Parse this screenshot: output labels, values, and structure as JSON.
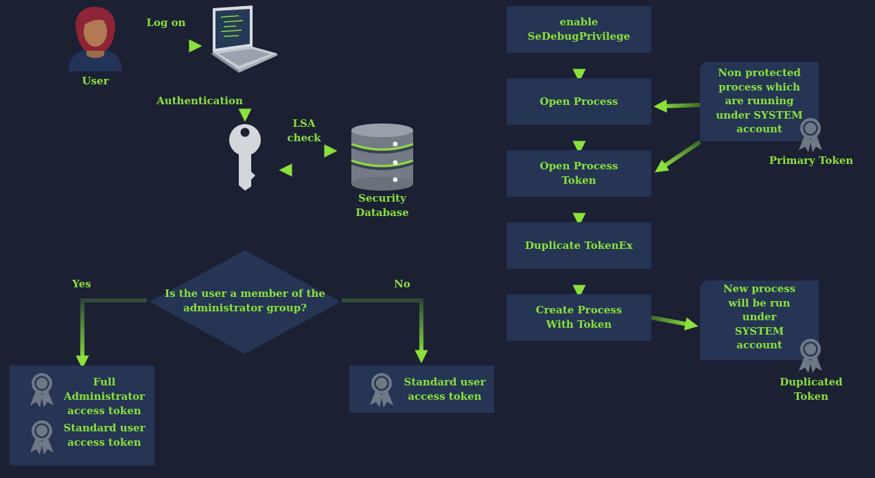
{
  "colors": {
    "background": "#1b2133",
    "box": "#253553",
    "text": "#8ce03c",
    "arrow_start": "#3f6a2c",
    "arrow_end": "#8ce03c"
  },
  "left_flow": {
    "user_label": "User",
    "logon_label": "Log on",
    "authentication_label": "Authentication",
    "lsa_check_label": "LSA\ncheck",
    "security_db_label": "Security\nDatabase",
    "decision_text": "Is the user a member of the\nadministrator group?",
    "yes_label": "Yes",
    "no_label": "No",
    "admin_box": {
      "full_token": "Full\nAdministrator\naccess token",
      "standard_token": "Standard user\naccess token"
    },
    "standard_box": {
      "token": "Standard user\naccess token"
    }
  },
  "right_flow": {
    "steps": [
      "enable\nSeDebugPrivilege",
      "Open Process",
      "Open Process\nToken",
      "Duplicate TokenEx",
      "Create Process\nWith Token"
    ],
    "note_top": "Non protected\nprocess which\nare running\nunder SYSTEM\naccount",
    "primary_token_label": "Primary Token",
    "note_bottom": "New process\nwill be run\nunder\nSYSTEM\naccount",
    "duplicated_token_label": "Duplicated Token"
  },
  "icons": {
    "user": "user-avatar-icon",
    "laptop": "laptop-icon",
    "key": "key-icon",
    "database": "database-icon",
    "token": "ribbon-badge-icon"
  }
}
